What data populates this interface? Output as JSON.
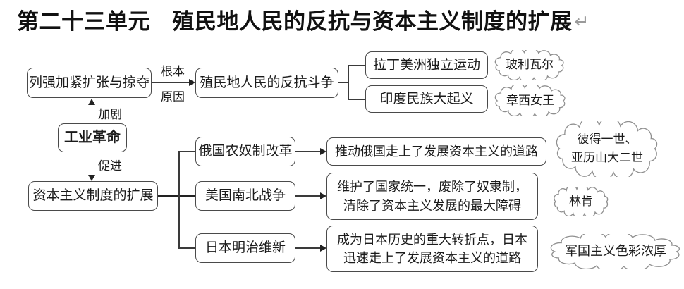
{
  "title": {
    "text": "第二十三单元　殖民地人民的反抗与资本主义制度的扩展",
    "return_mark": "↵"
  },
  "colors": {
    "line": "#3a3a3a",
    "box_border": "#4a4a4a",
    "cloud_border": "#8f8f8f",
    "text": "#1b1b1b",
    "return_mark": "#9a9a9a"
  },
  "nodes": {
    "lieqiang": "列强加紧扩张与掠夺",
    "zhimindi": "殖民地人民的反抗斗争",
    "lading": "拉丁美洲独立运动",
    "yindu": "印度民族大起义",
    "gongye": "工业革命",
    "ziben": "资本主义制度的扩展",
    "eguo": "俄国农奴制改革",
    "meiguo": "美国南北战争",
    "riben": "日本明治维新",
    "result_eguo": "推动俄国走上了发展资本主义的道路",
    "result_meiguo_line1": "维护了国家统一，废除了奴隶制，",
    "result_meiguo_line2": "清除了资本主义发展的最大障碍",
    "result_riben_line1": "成为日本历史的重大转折点，日本",
    "result_riben_line2": "迅速走上了发展资本主义的道路"
  },
  "edge_labels": {
    "genben_line1": "根本",
    "genben_line2": "原因",
    "jiaju": "加剧",
    "cujin": "促进"
  },
  "clouds": {
    "boliwaer": "玻利瓦尔",
    "zhangxi": "章西女王",
    "bide_line1": "彼得一世、",
    "bide_line2": "亚历山大二世",
    "linken": "林肯",
    "junguo": "军国主义色彩浓厚"
  }
}
